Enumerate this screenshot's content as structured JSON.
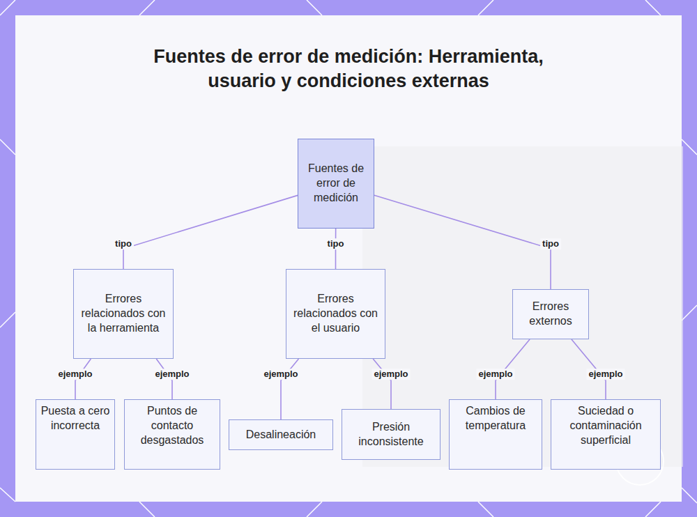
{
  "diagram": {
    "title": "Fuentes de error de medición: Herramienta, usuario y condiciones externas",
    "nodes": [
      {
        "text": [
          "Fuentes de error de medición"
        ]
      },
      {
        "text": [
          "Errores relacionados con la herramienta"
        ]
      },
      {
        "text": [
          "Errores relacionados con el usuario"
        ]
      },
      {
        "text": [
          "Errores externos"
        ]
      },
      {
        "text": [
          "Puesta a cero incorrecta"
        ]
      },
      {
        "text": [
          "Puntos de contacto desgastados"
        ]
      },
      {
        "text": [
          "Desalineación"
        ]
      },
      {
        "text": [
          "Presión inconsistente"
        ]
      },
      {
        "text": [
          "Cambios de temperatura"
        ]
      },
      {
        "text": [
          "Suciedad o contaminación superficial"
        ]
      }
    ],
    "edges": [
      {
        "from": 0,
        "to": 1,
        "label": "tipo",
        "arrow": "none"
      },
      {
        "from": 0,
        "to": 2,
        "label": "tipo",
        "arrow": "none"
      },
      {
        "from": 0,
        "to": 3,
        "label": "tipo",
        "arrow": "none"
      },
      {
        "from": 1,
        "to": 4,
        "label": "ejemplo",
        "arrow": "none"
      },
      {
        "from": 1,
        "to": 5,
        "label": "ejemplo",
        "arrow": "none"
      },
      {
        "from": 2,
        "to": 6,
        "label": "ejemplo",
        "arrow": "none"
      },
      {
        "from": 2,
        "to": 7,
        "label": "ejemplo",
        "arrow": "none"
      },
      {
        "from": 3,
        "to": 8,
        "label": "ejemplo",
        "arrow": "none"
      },
      {
        "from": 3,
        "to": 9,
        "label": "ejemplo",
        "arrow": "none"
      }
    ]
  }
}
